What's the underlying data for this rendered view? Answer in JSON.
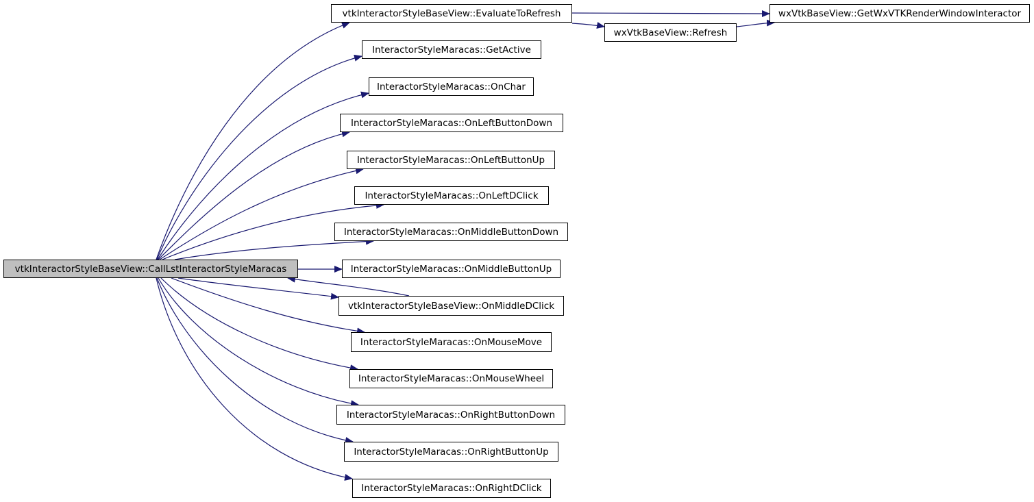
{
  "colors": {
    "edge": "#191970",
    "node_border": "#000000",
    "node_fill": "#ffffff",
    "root_fill": "#bfbfbf"
  },
  "nodes": {
    "root": "vtkInteractorStyleBaseView::CallLstInteractorStyleMaracas",
    "evaluate_to_refresh": "vtkInteractorStyleBaseView::EvaluateToRefresh",
    "get_active": "InteractorStyleMaracas::GetActive",
    "on_char": "InteractorStyleMaracas::OnChar",
    "on_left_button_down": "InteractorStyleMaracas::OnLeftButtonDown",
    "on_left_button_up": "InteractorStyleMaracas::OnLeftButtonUp",
    "on_left_dclick": "InteractorStyleMaracas::OnLeftDClick",
    "on_middle_button_down": "InteractorStyleMaracas::OnMiddleButtonDown",
    "on_middle_button_up": "InteractorStyleMaracas::OnMiddleButtonUp",
    "on_middle_dclick": "vtkInteractorStyleBaseView::OnMiddleDClick",
    "on_mouse_move": "InteractorStyleMaracas::OnMouseMove",
    "on_mouse_wheel": "InteractorStyleMaracas::OnMouseWheel",
    "on_right_button_down": "InteractorStyleMaracas::OnRightButtonDown",
    "on_right_button_up": "InteractorStyleMaracas::OnRightButtonUp",
    "on_right_dclick": "InteractorStyleMaracas::OnRightDClick",
    "refresh": "wxVtkBaseView::Refresh",
    "get_render_window_interactor": "wxVtkBaseView::GetWxVTKRenderWindowInteractor"
  },
  "edges": [
    [
      "root",
      "evaluate_to_refresh"
    ],
    [
      "root",
      "get_active"
    ],
    [
      "root",
      "on_char"
    ],
    [
      "root",
      "on_left_button_down"
    ],
    [
      "root",
      "on_left_button_up"
    ],
    [
      "root",
      "on_left_dclick"
    ],
    [
      "root",
      "on_middle_button_down"
    ],
    [
      "root",
      "on_middle_button_up"
    ],
    [
      "root",
      "on_middle_dclick"
    ],
    [
      "root",
      "on_mouse_move"
    ],
    [
      "root",
      "on_mouse_wheel"
    ],
    [
      "root",
      "on_right_button_down"
    ],
    [
      "root",
      "on_right_button_up"
    ],
    [
      "root",
      "on_right_dclick"
    ],
    [
      "on_middle_dclick",
      "root"
    ],
    [
      "evaluate_to_refresh",
      "get_render_window_interactor"
    ],
    [
      "evaluate_to_refresh",
      "refresh"
    ],
    [
      "refresh",
      "get_render_window_interactor"
    ]
  ]
}
